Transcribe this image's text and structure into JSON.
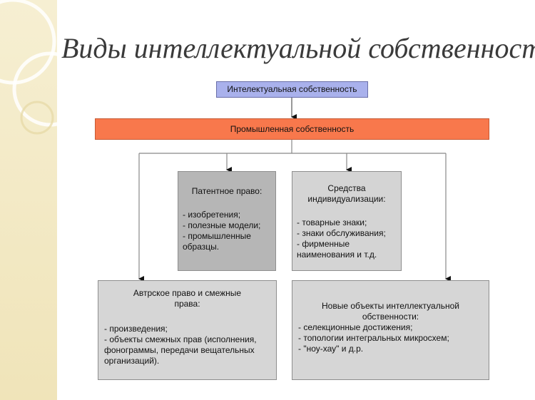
{
  "title": "Виды интеллектуальной собственности",
  "colors": {
    "head_fill": "#a9b1ec",
    "industrial_fill": "#f8784c",
    "box_fill": "#c4c4c4",
    "strip": "#f2e8c4"
  },
  "nodes": {
    "intellectual_property": "Интелектуальная собственность",
    "industrial_property": "Промышленная собственность",
    "patent_law": {
      "title": "Патентное право:",
      "items": [
        "- изобретения;",
        "- полезные модели;",
        "- промышленные",
        "образцы."
      ]
    },
    "individualization": {
      "title_line1": "Средства",
      "title_line2": "индивидуализации:",
      "items": [
        "- товарные знаки;",
        "- знаки обслуживания;",
        "- фирменные",
        "наименования и т.д."
      ]
    },
    "copyright": {
      "title_line1": "Автрское право и смежные",
      "title_line2": "права:",
      "items": [
        "- произведения;",
        "- объекты смежных прав (исполнения,",
        "фонограммы, передачи вещательных",
        "организаций)."
      ]
    },
    "new_objects": {
      "title_line1": "Новые объекты интеллектуальной",
      "title_line2": "обственности:",
      "items": [
        "- селекционные достижения;",
        "- топологии интегральных микросхем;",
        "- \"ноу-хау\" и д.р."
      ]
    }
  }
}
